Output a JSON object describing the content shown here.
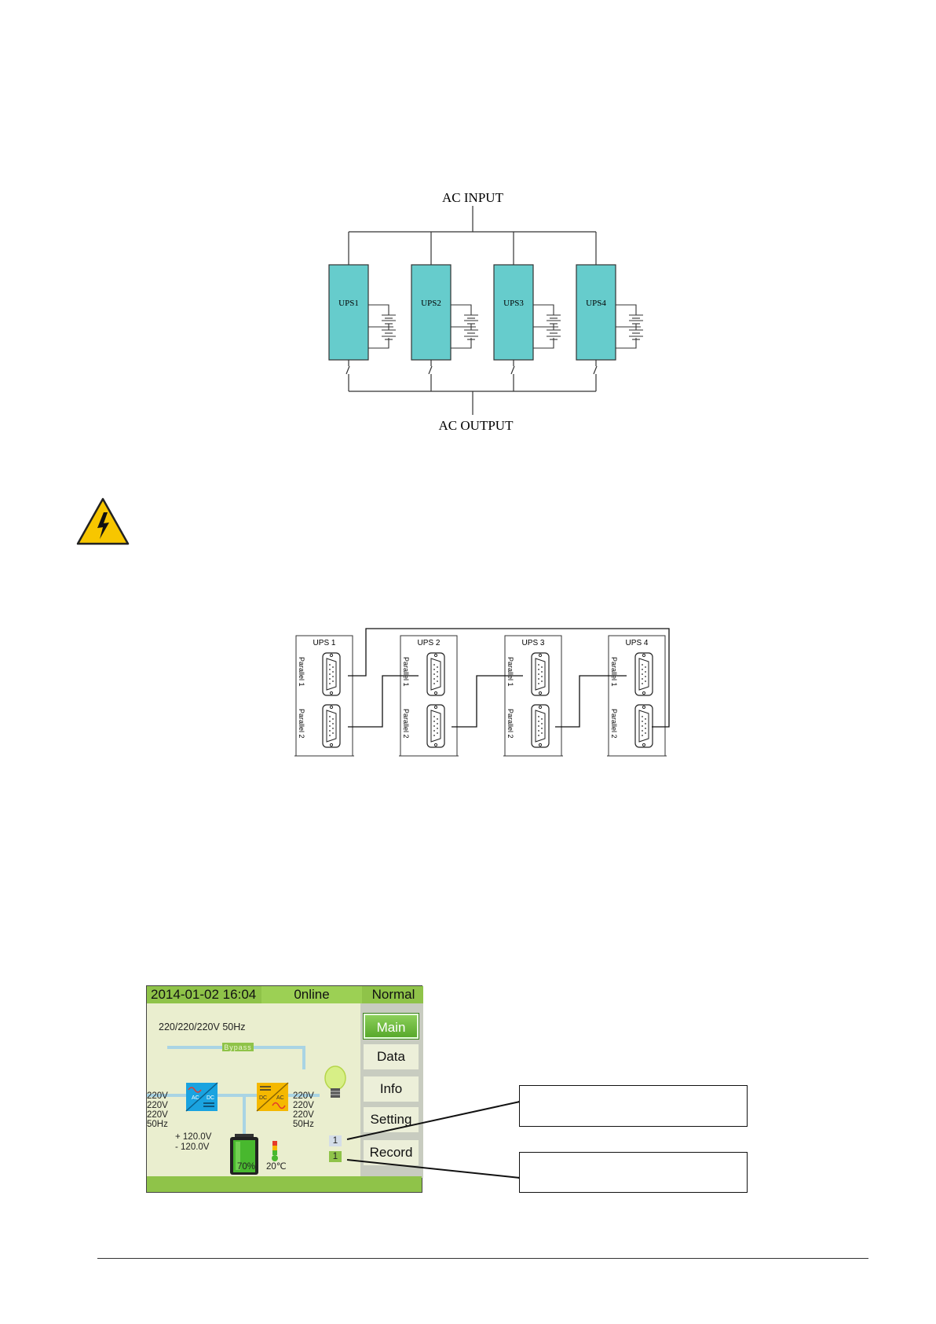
{
  "diagram1": {
    "input_label": "AC  INPUT",
    "output_label": "AC  OUTPUT",
    "units": [
      "UPS1",
      "UPS2",
      "UPS3",
      "UPS4"
    ],
    "unit_color": "#66cccc"
  },
  "diagram2": {
    "units": [
      {
        "title": "UPS 1",
        "port1": "Parallel 1",
        "port2": "Parallel 2"
      },
      {
        "title": "UPS 2",
        "port1": "Parallel 1",
        "port2": "Parallel 2"
      },
      {
        "title": "UPS 3",
        "port1": "Parallel 1",
        "port2": "Parallel 2"
      },
      {
        "title": "UPS 4",
        "port1": "Parallel 1",
        "port2": "Parallel 2"
      }
    ]
  },
  "warning_icon": "high-voltage-warning-icon",
  "lcd": {
    "datetime": "2014-01-02 16:04",
    "mode": "0nline",
    "status": "Normal",
    "input_summary": "220/220/220V 50Hz",
    "bypass_label": "Bypass",
    "rectifier_labels": {
      "left": "AC",
      "right": "DC"
    },
    "inverter_labels": {
      "left": "DC",
      "right": "AC"
    },
    "input_values": [
      "220V",
      "220V",
      "220V",
      "50Hz"
    ],
    "output_values": [
      "220V",
      "220V",
      "220V",
      "50Hz"
    ],
    "battery_voltage": [
      "+ 120.0V",
      "-  120.0V"
    ],
    "battery_capacity": "70%",
    "temperature": "20℃",
    "ups_number": "1",
    "parallel_count": "1",
    "menu": [
      "Main",
      "Data",
      "Info",
      "Setting",
      "Record"
    ],
    "colors": {
      "bar": "#8fc349",
      "panel": "#eaeecf",
      "rectifier": "#1aa3e0",
      "inverter": "#f5b800"
    }
  }
}
